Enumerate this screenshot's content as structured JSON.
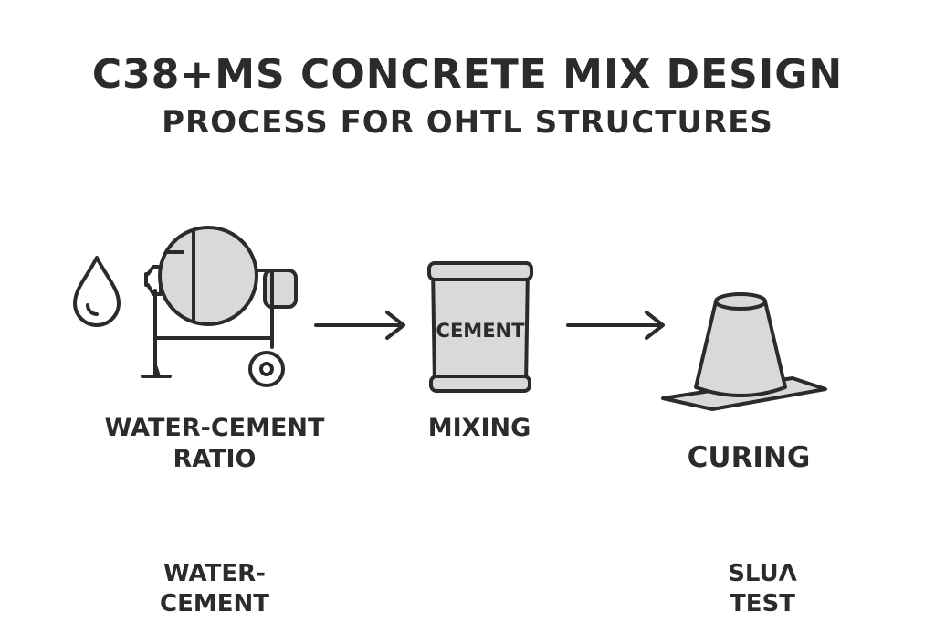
{
  "title": {
    "line1": "C38+MS CONCRETE MIX DESIGN",
    "line2": "PROCESS FOR OHTL STRUCTURES"
  },
  "steps": [
    {
      "icon": "concrete-mixer-icon",
      "lines": [
        "WATER-CEMENT",
        "RATIO"
      ]
    },
    {
      "icon": "cement-bag-icon",
      "lines": [
        "MIXING"
      ],
      "bag_text": "CEMENT"
    },
    {
      "icon": "slump-cone-icon",
      "lines": [
        "CURING"
      ]
    }
  ],
  "bottom_labels": [
    {
      "lines": [
        "WATER-",
        "CEMENT"
      ]
    },
    {
      "lines": [
        "SLUΛ",
        "TEST"
      ]
    }
  ],
  "colors": {
    "stroke": "#2b2b2b",
    "fill": "#d9d9d9",
    "background": "#ffffff"
  }
}
